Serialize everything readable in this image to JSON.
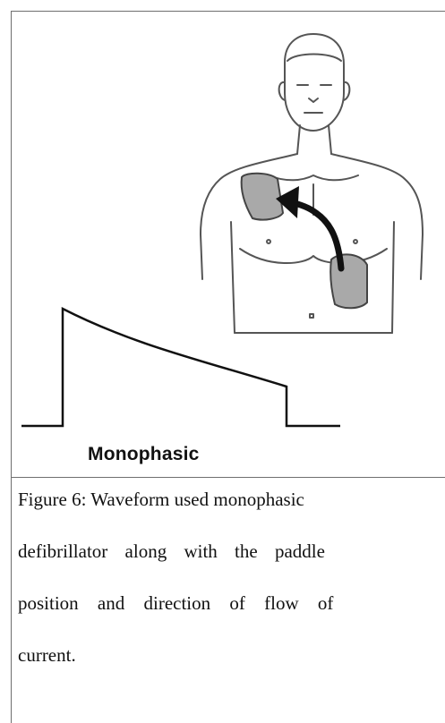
{
  "figure": {
    "waveform_label": "Monophasic",
    "caption_lines": [
      "Figure 6: Waveform used monophasic",
      "defibrillator along with the paddle",
      "position and direction of flow of",
      "current."
    ]
  },
  "colors": {
    "ink": "#111111",
    "pad_fill": "#a9a9a9",
    "border": "#6f6f6f"
  },
  "icons": {
    "torso": "human-torso-outline",
    "arrow": "curved-current-arrow"
  }
}
